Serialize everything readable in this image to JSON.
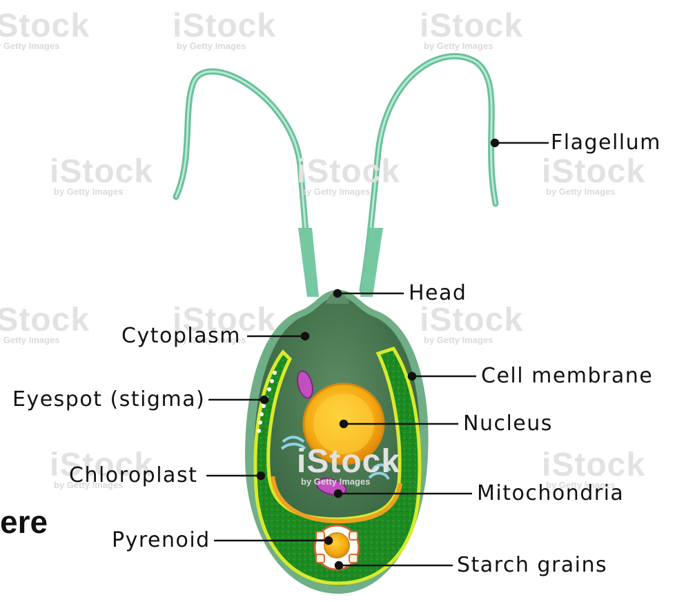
{
  "labels": {
    "flagellum": "Flagellum",
    "head": "Head",
    "cytoplasm": "Cytoplasm",
    "cell_membrane": "Cell membrane",
    "eyespot": "Eyespot (stigma)",
    "nucleus": "Nucleus",
    "chloroplast": "Chloroplast",
    "mitochondria": "Mitochondria",
    "pyrenoid": "Pyrenoid",
    "starch_grains": "Starch grains"
  },
  "fragment_text": "ere",
  "watermark": {
    "brand": "iStock",
    "tagline": "by Getty Images"
  },
  "colors": {
    "flagellum": "#8fd9b8",
    "cell_outer": "#3f7a4a",
    "cytoplasm": "#4b7a55",
    "chloroplast": "#1f8a1f",
    "chloroplast_edge": "#d6e82a",
    "nucleus": "#f5b31c",
    "mitochondria": "#c64fc0"
  }
}
